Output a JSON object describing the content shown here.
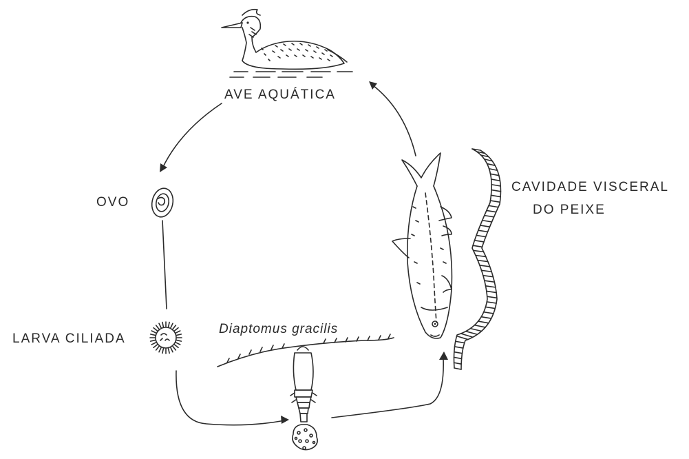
{
  "diagram": {
    "labels": {
      "bird": "AVE AQUÁTICA",
      "egg": "OVO",
      "larva": "LARVA CILIADA",
      "copepod": "Diaptomus gracilis",
      "fish_line1": "CAVIDADE VISCERAL",
      "fish_line2": "DO  PEIXE"
    },
    "colors": {
      "ink": "#2b2b2b",
      "background": "#ffffff"
    },
    "icons": [
      "water-bird-icon",
      "egg-icon",
      "ciliated-larva-icon",
      "copepod-icon",
      "fish-icon",
      "worm-icon"
    ]
  }
}
